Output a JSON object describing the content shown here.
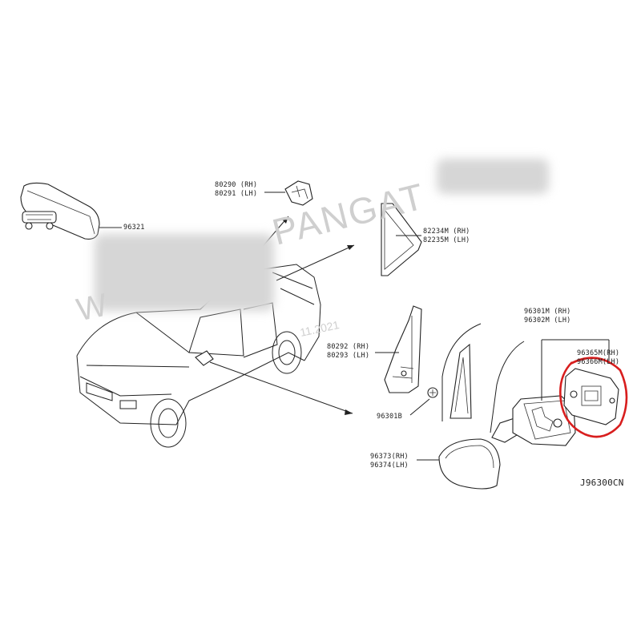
{
  "labels": {
    "mirror_interior": "96321",
    "bracket_rh": "80290 (RH)",
    "bracket_lh": "80291 (LH)",
    "triangle_rh": "82234M (RH)",
    "triangle_lh": "82235M (LH)",
    "mirror_assy_rh": "96301M (RH)",
    "mirror_assy_lh": "96302M (LH)",
    "glass_rh": "96365M(RH)",
    "glass_lh": "96366M(LH)",
    "cover_patch_rh": "80292 (RH)",
    "cover_patch_lh": "80293 (LH)",
    "screw": "96301B",
    "cap_rh": "96373(RH)",
    "cap_lh": "96374(LH)",
    "diagram_code": "J96300CN"
  },
  "watermark": {
    "text_left": "W",
    "text_main": "PANGAT",
    "date": "11.2021"
  },
  "highlight_color": "#d81e1e"
}
